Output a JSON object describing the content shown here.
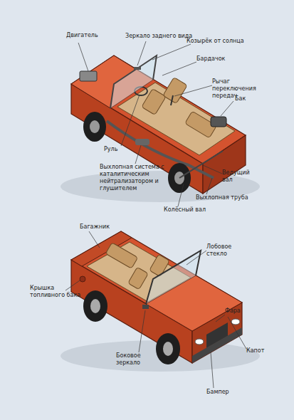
{
  "diagram": {
    "labels": [
      "Двигатель",
      "Зеркало заднего вида",
      "Козырёк от солнца",
      "Бардачок",
      "Рычаг переключения передач",
      "Бак",
      "Руль",
      "Выхлопная система с каталитическим нейтрализатором и глушителем",
      "Ведущий вал",
      "Выхлопная труба",
      "Колёсный вал",
      "Багажник",
      "Лобовое стекло",
      "Крышка топливного бака",
      "Фара",
      "Боковое зеркало",
      "Капот",
      "Бампер"
    ]
  }
}
